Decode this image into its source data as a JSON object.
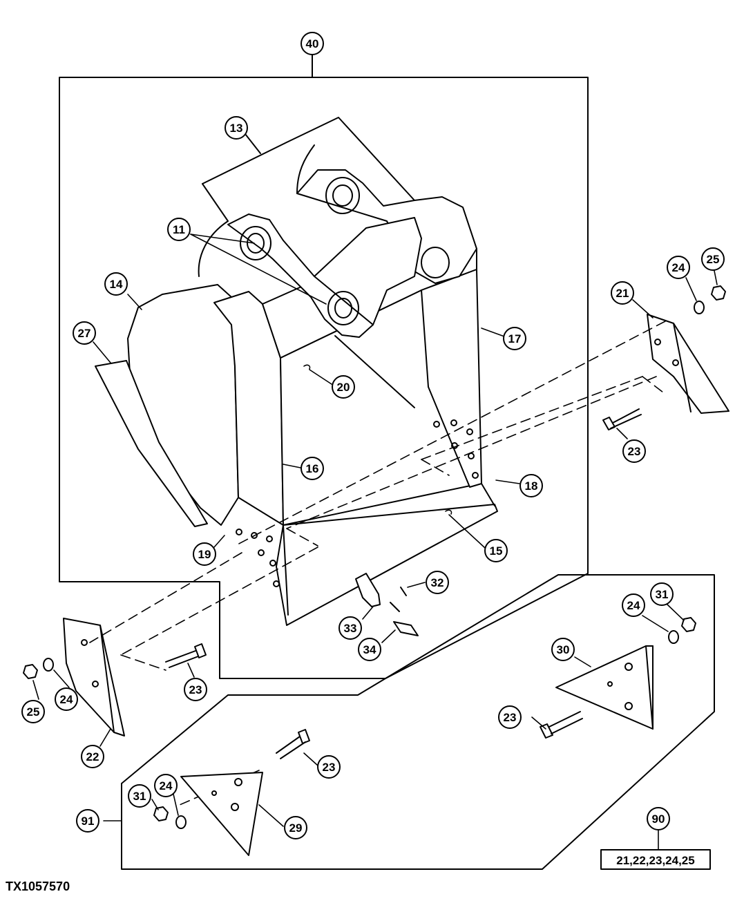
{
  "figure_id": "TX1057570",
  "callouts": {
    "c40": "40",
    "c13": "13",
    "c11": "11",
    "c14": "14",
    "c27": "27",
    "c17": "17",
    "c20": "20",
    "c16": "16",
    "c18": "18",
    "c19": "19",
    "c15": "15",
    "c32": "32",
    "c33": "33",
    "c34": "34",
    "c21": "21",
    "c24a": "24",
    "c25a": "25",
    "c23a": "23",
    "c22": "22",
    "c25b": "25",
    "c24b": "24",
    "c23b": "23",
    "c30": "30",
    "c24c": "24",
    "c31a": "31",
    "c23c": "23",
    "c91": "91",
    "c31b": "31",
    "c24d": "24",
    "c29": "29",
    "c23d": "23",
    "c90": "90"
  },
  "kit_contents": "21,22,23,24,25"
}
